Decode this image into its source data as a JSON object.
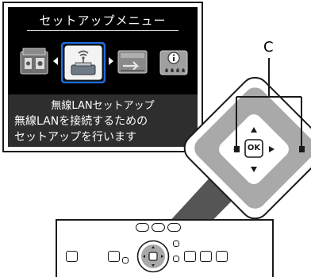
{
  "screen": {
    "title": "セットアップメニュー",
    "selected_item": "無線LANセットアップ",
    "description_line1": "無線LANを接続するための",
    "description_line2": "セットアップを行います",
    "icons": [
      "device-settings-icon",
      "wireless-lan-printer-icon",
      "transfer-icon",
      "ink-info-icon"
    ]
  },
  "callout": {
    "label": "C"
  },
  "dpad": {
    "ok_label": "OK"
  },
  "colors": {
    "screen_bg": "#000000",
    "info_bar": "#2e2e2e",
    "selection": "#1e6ee0",
    "cross_gray": "#a9a9a9"
  }
}
